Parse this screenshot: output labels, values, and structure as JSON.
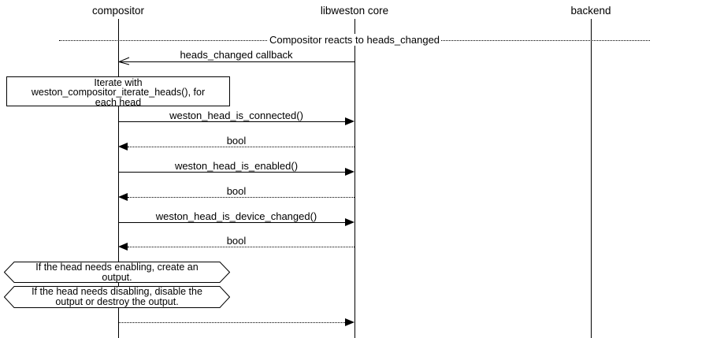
{
  "diagram": {
    "participants": [
      {
        "name": "compositor"
      },
      {
        "name": "libweston core"
      },
      {
        "name": "backend"
      }
    ],
    "divider": {
      "label": "Compositor reacts to heads_changed"
    },
    "messages": {
      "callback": {
        "label": "heads_changed callback"
      },
      "is_connected": {
        "label": "weston_head_is_connected()"
      },
      "bool1": {
        "label": "bool"
      },
      "is_enabled": {
        "label": "weston_head_is_enabled()"
      },
      "bool2": {
        "label": "bool"
      },
      "is_device_changed": {
        "label": "weston_head_is_device_changed()"
      },
      "bool3": {
        "label": "bool"
      }
    },
    "note": {
      "lines": [
        "Iterate with",
        "weston_compositor_iterate_heads(), for",
        "each head"
      ]
    },
    "conditions": [
      {
        "lines": [
          "If the head needs enabling, create an",
          "output."
        ]
      },
      {
        "lines": [
          "If the head needs disabling, disable the",
          "output or destroy the output."
        ]
      }
    ],
    "colors": {
      "line": "#000000",
      "background": "#ffffff"
    }
  }
}
